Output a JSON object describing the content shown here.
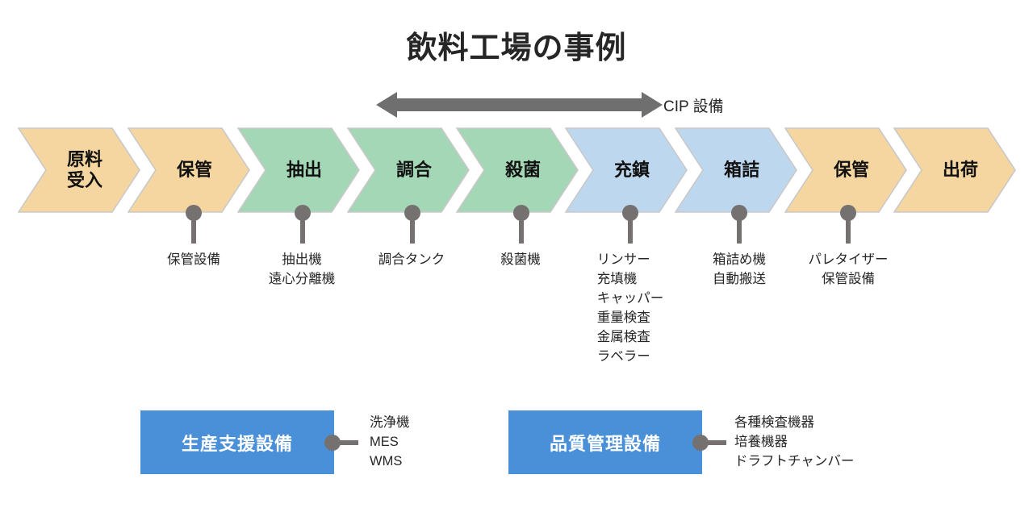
{
  "title": "飲料工場の事例",
  "colors": {
    "orange": "#F5D6A0",
    "green": "#A4D7B6",
    "blue": "#BDD7EE",
    "box_blue": "#4A90D9",
    "gray": "#767171",
    "arrow_gray": "#706F6F",
    "border": "#C9C9C9"
  },
  "cip": {
    "label": "CIP 設備",
    "icon": "double-headed-arrow-icon"
  },
  "process": {
    "steps": [
      {
        "id": "raw-material-receiving",
        "label_lines": [
          "原料",
          "受入"
        ],
        "color": "#F5D6A0"
      },
      {
        "id": "storage-1",
        "label_lines": [
          "保管"
        ],
        "color": "#F5D6A0"
      },
      {
        "id": "extraction",
        "label_lines": [
          "抽出"
        ],
        "color": "#A4D7B6"
      },
      {
        "id": "blending",
        "label_lines": [
          "調合"
        ],
        "color": "#A4D7B6"
      },
      {
        "id": "sterilization",
        "label_lines": [
          "殺菌"
        ],
        "color": "#A4D7B6"
      },
      {
        "id": "filling",
        "label_lines": [
          "充鎮"
        ],
        "color": "#BDD7EE"
      },
      {
        "id": "boxing",
        "label_lines": [
          "箱詰"
        ],
        "color": "#BDD7EE"
      },
      {
        "id": "storage-2",
        "label_lines": [
          "保管"
        ],
        "color": "#F5D6A0"
      },
      {
        "id": "shipping",
        "label_lines": [
          "出荷"
        ],
        "color": "#F5D6A0"
      }
    ],
    "annotations": [
      {
        "id": "storage-1-equipment",
        "items": [
          "保管設備"
        ]
      },
      {
        "id": "extraction-equipment",
        "items": [
          "抽出機",
          "遠心分離機"
        ]
      },
      {
        "id": "blending-equipment",
        "items": [
          "調合タンク"
        ]
      },
      {
        "id": "sterilization-equipment",
        "items": [
          "殺菌機"
        ]
      },
      {
        "id": "filling-equipment",
        "items": [
          "リンサー",
          "充填機",
          "キャッパー",
          "重量検査",
          "金属検査",
          "ラベラー"
        ]
      },
      {
        "id": "boxing-equipment",
        "items": [
          "箱詰め機",
          "自動搬送"
        ]
      },
      {
        "id": "storage-2-equipment",
        "items": [
          "パレタイザー",
          "保管設備"
        ]
      }
    ]
  },
  "support_boxes": [
    {
      "id": "production-support",
      "label": "生産支援設備",
      "items": [
        "洗浄機",
        "MES",
        "WMS"
      ]
    },
    {
      "id": "quality-control",
      "label": "品質管理設備",
      "items": [
        "各種検査機器",
        "培養機器",
        "ドラフトチャンバー"
      ]
    }
  ]
}
